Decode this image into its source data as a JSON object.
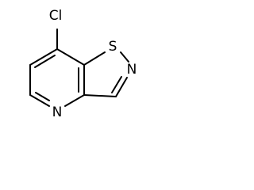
{
  "structure": {
    "atoms": {
      "chlorine": "Cl",
      "sulfur": "S",
      "ring_nitrogen_isothiazole": "N",
      "ring_nitrogen_pyridine": "N"
    }
  },
  "colors": {
    "bond": "#000000",
    "label": "#000000",
    "background": "#ffffff"
  }
}
